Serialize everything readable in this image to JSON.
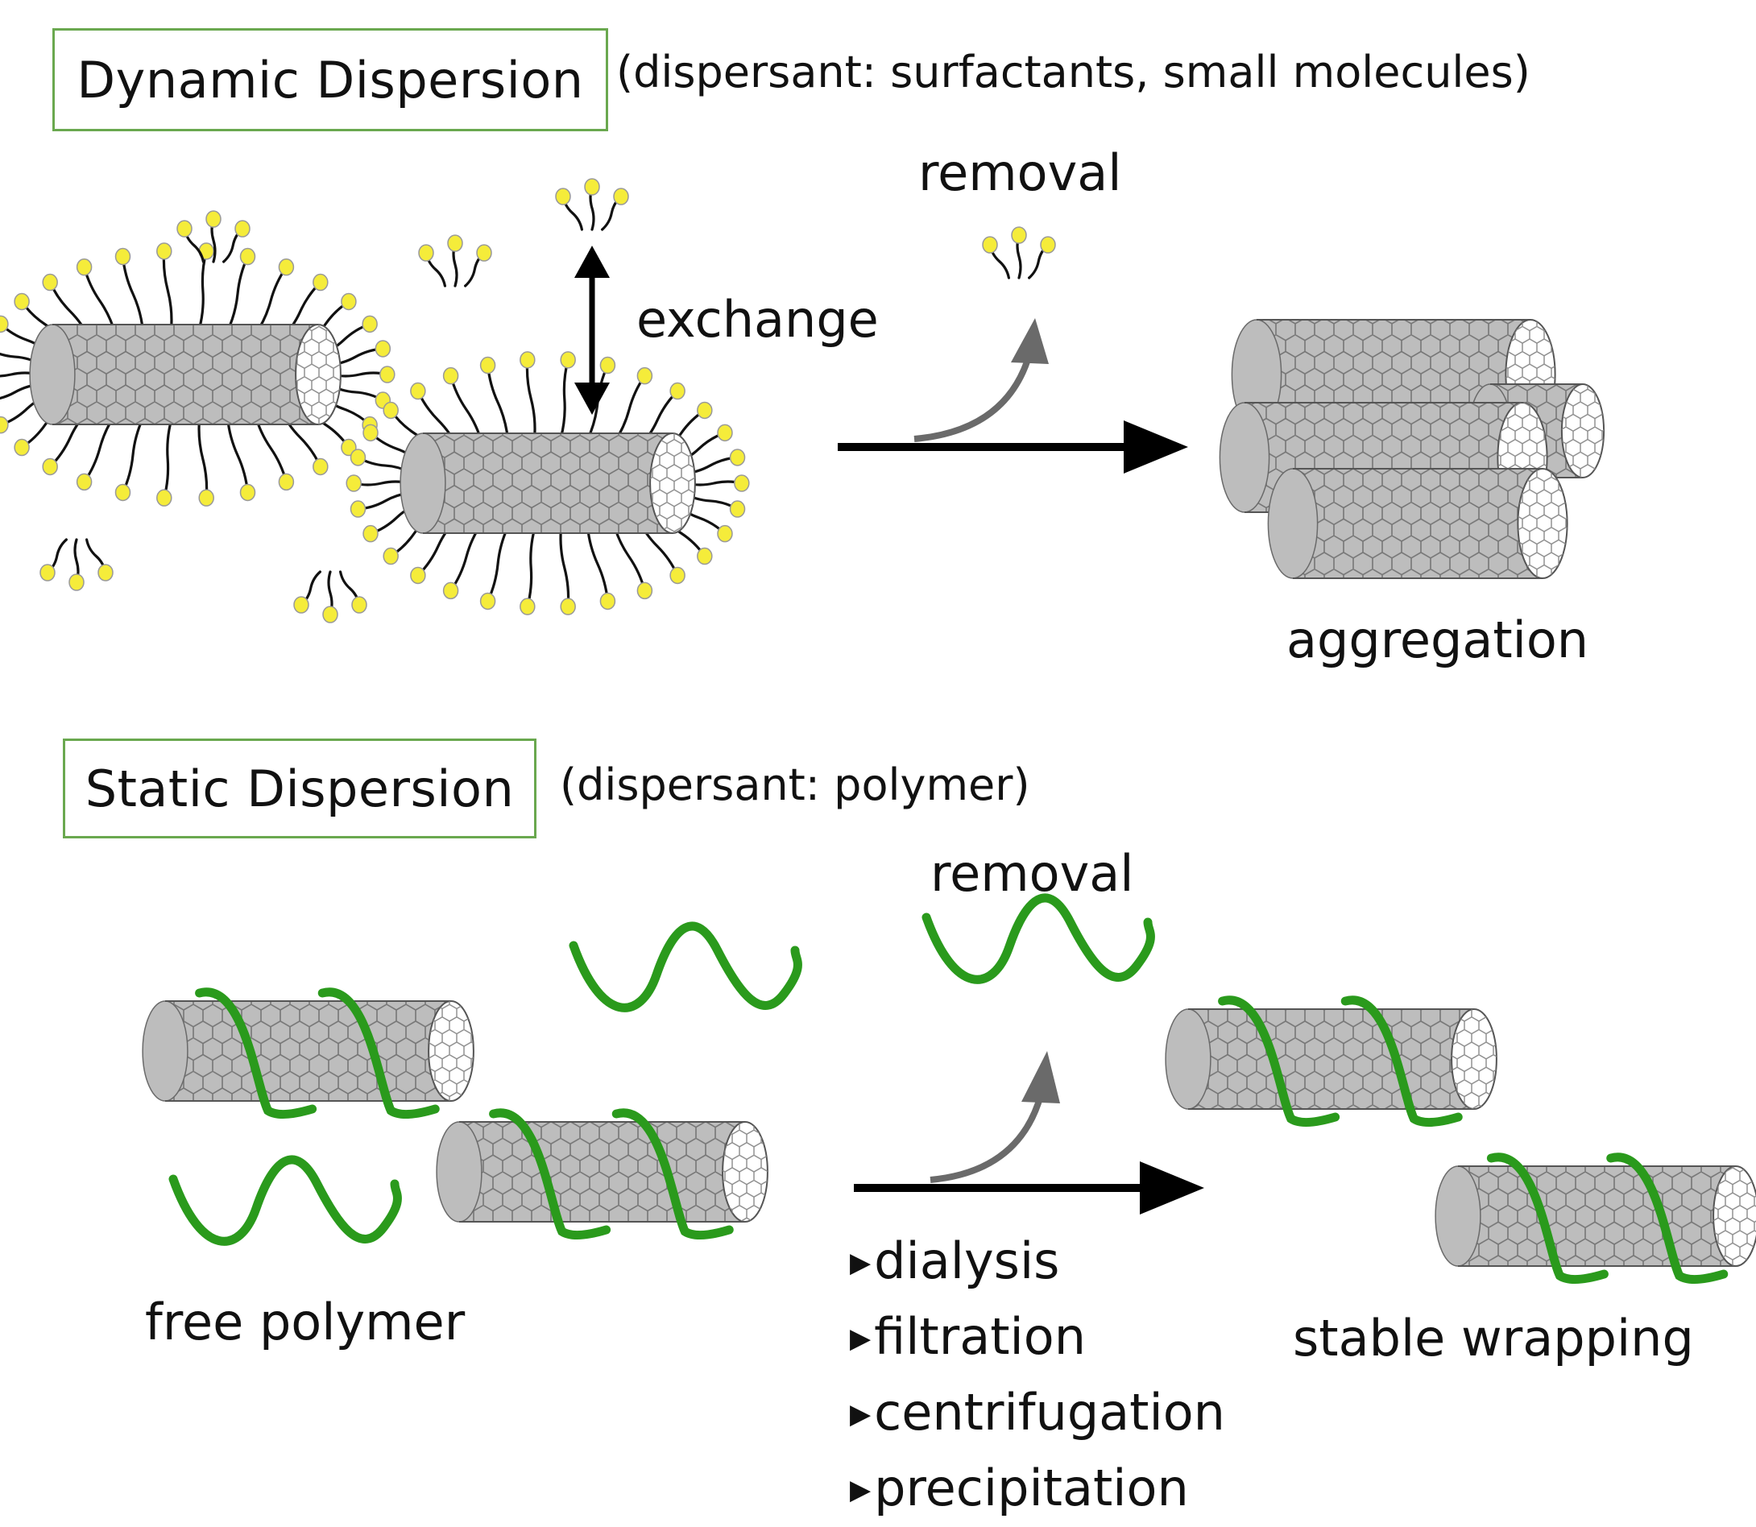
{
  "dynamic": {
    "title": "Dynamic Dispersion",
    "note": "(dispersant: surfactants, small molecules)",
    "exchange_label": "exchange",
    "removal_label": "removal",
    "result_label": "aggregation"
  },
  "static": {
    "title": "Static Dispersion",
    "note": "(dispersant: polymer)",
    "removal_label": "removal",
    "free_label": "free polymer",
    "result_label": "stable wrapping",
    "methods": [
      {
        "label": "dialysis"
      },
      {
        "label": "filtration"
      },
      {
        "label": "centrifugation"
      },
      {
        "label": "precipitation"
      }
    ]
  },
  "colors": {
    "surfactant_head": "#f5ec3a",
    "polymer": "#2a9a1c",
    "tube_fill": "#bdbdbd",
    "box_border": "#6aa84f"
  }
}
